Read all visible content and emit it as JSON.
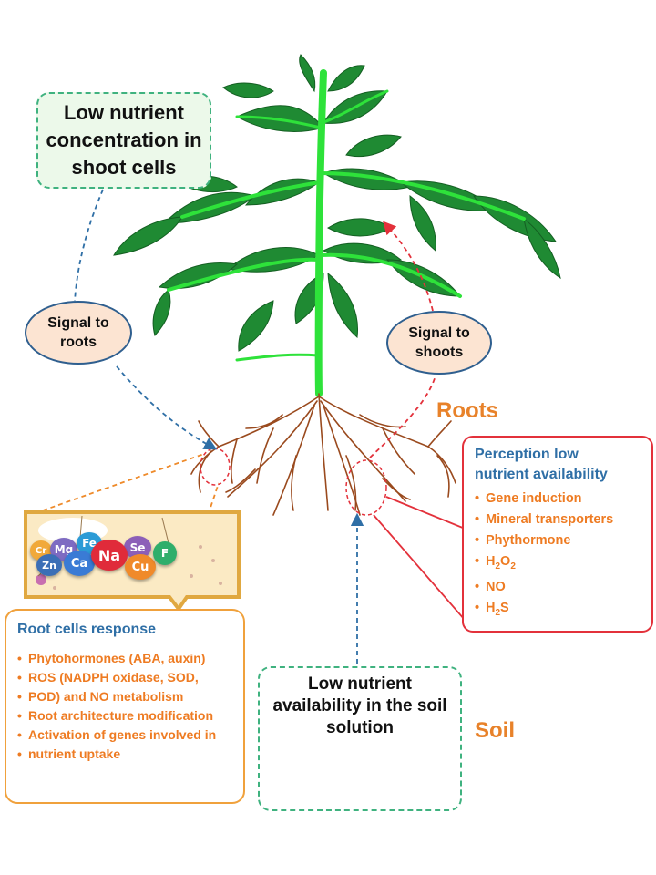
{
  "shoot_box": {
    "line1": "Low  nutrient",
    "line2": "concentration in",
    "line3": "shoot cells"
  },
  "signal_roots": {
    "line1": "Signal to",
    "line2": "roots"
  },
  "signal_shoots": {
    "line1": "Signal to",
    "line2": "shoots"
  },
  "roots_label": "Roots",
  "soil_label": "Soil",
  "perception": {
    "title_line1": "Perception low",
    "title_line2": "nutrient availability",
    "items": [
      "Gene induction",
      "Mineral transporters",
      "Phythormone"
    ],
    "h2o2": {
      "base": "H",
      "sub": "2",
      "mid": "O",
      "sub2": "2"
    },
    "no": "NO",
    "h2s": {
      "base": "H",
      "sub": "2",
      "end": "S"
    }
  },
  "root_response": {
    "title": "Root cells response",
    "items": [
      "Phytohormones (ABA, auxin)",
      "ROS (NADPH oxidase,  SOD,",
      "POD) and NO metabolism",
      "Root architecture modification",
      "Activation of genes involved in",
      "nutrient uptake"
    ]
  },
  "soil_box": {
    "line1": "Low nutrient",
    "line2": "availability in the soil",
    "line3": "solution"
  },
  "ions": [
    "Cr",
    "Mg",
    "Fe",
    "Se",
    "Zn",
    "Ca",
    "Na",
    "Cu",
    "F"
  ],
  "colors": {
    "stem": "#2ee23a",
    "leaf": "#1f8a33",
    "root": "#9a4a1e",
    "dash_blue": "#2f6fa6",
    "dash_red": "#e3313b",
    "dash_orange": "#ee8a2a",
    "cell_fill": "#fbeac4",
    "cell_border": "#e0a840"
  }
}
